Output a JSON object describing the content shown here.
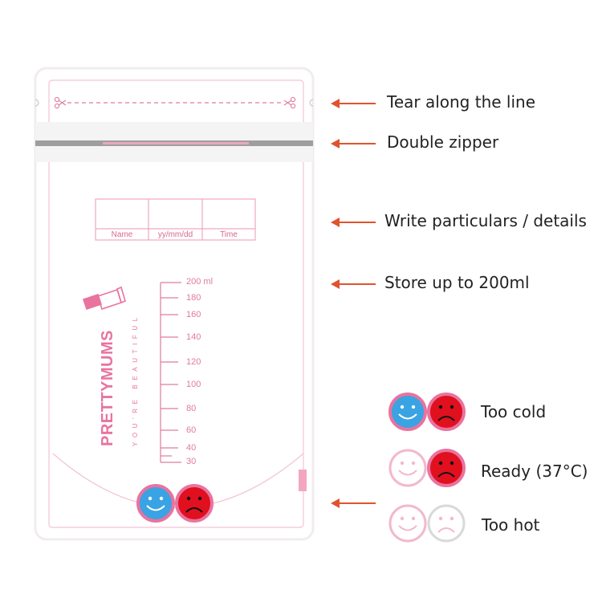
{
  "callouts": [
    {
      "text": "Tear along the line"
    },
    {
      "text": "Double zipper"
    },
    {
      "text": "Write particulars / details"
    },
    {
      "text": "Store up to 200ml"
    }
  ],
  "label_box": {
    "columns": [
      "Name",
      "yy/mm/dd",
      "Time"
    ]
  },
  "brand": {
    "name": "PRETTYMUMS",
    "tagline": "YOU'RE BEAUTIFUL"
  },
  "scale": {
    "unit_label": "200 ml",
    "ticks": [
      "180",
      "160",
      "140",
      "120",
      "100",
      "80",
      "60",
      "40",
      "30"
    ]
  },
  "legend": [
    {
      "label": "Too cold",
      "left_face": "happy-blue",
      "right_face": "sad-red"
    },
    {
      "label": "Ready (37°C)",
      "left_face": "happy-pale",
      "right_face": "sad-red"
    },
    {
      "label": "Too hot",
      "left_face": "happy-pale",
      "right_face": "sad-pale"
    }
  ],
  "colors": {
    "arrow": "#e0532e",
    "bag_outline": "#f3c4d3",
    "brand_pink": "#e9739f",
    "cold_blue": "#3aa3e3",
    "sad_red": "#e0101e",
    "pale_pink": "#f3b8cc"
  }
}
